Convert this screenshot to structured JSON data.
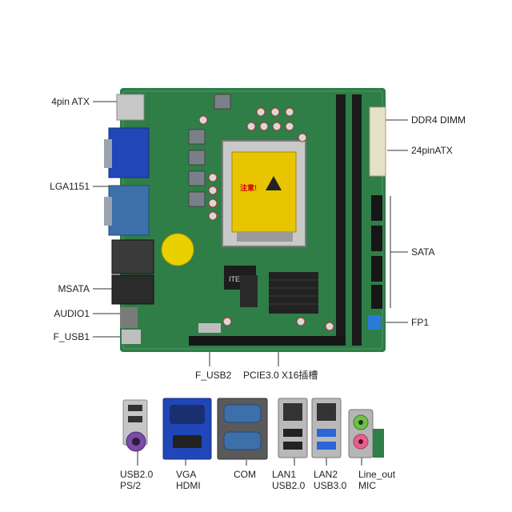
{
  "callouts_left": {
    "atx4pin": "4pin ATX",
    "lga1151": "LGA1151",
    "msata": "MSATA",
    "audio1": "AUDIO1",
    "fusb1": "F_USB1"
  },
  "callouts_right": {
    "ddr4": "DDR4 DIMM",
    "atx24": "24pinATX",
    "sata": "SATA",
    "fp1": "FP1"
  },
  "callouts_bottom": {
    "fusb2": "F_USB2",
    "pcie": "PCIE3.0 X16插槽"
  },
  "io_labels": {
    "usb_ps2": [
      "USB2.0",
      "PS/2"
    ],
    "vga_hdmi": [
      "VGA",
      "HDMI"
    ],
    "com": [
      "COM"
    ],
    "lan1": [
      "LAN1",
      "USB2.0"
    ],
    "lan2": [
      "LAN2",
      "USB3.0"
    ],
    "audio": [
      "Line_out",
      "MIC"
    ]
  },
  "chip_text": {
    "warning_title": "注意!",
    "chip_brand": "ITE"
  },
  "colors": {
    "pcb": "#2f7d47",
    "vga_blue": "#2046b8",
    "com_blue": "#3d6fa8",
    "audio_green": "#6cc04a",
    "audio_pink": "#e8608f",
    "usb3_blue": "#2a66d8",
    "socket_yellow": "#e9c400"
  }
}
